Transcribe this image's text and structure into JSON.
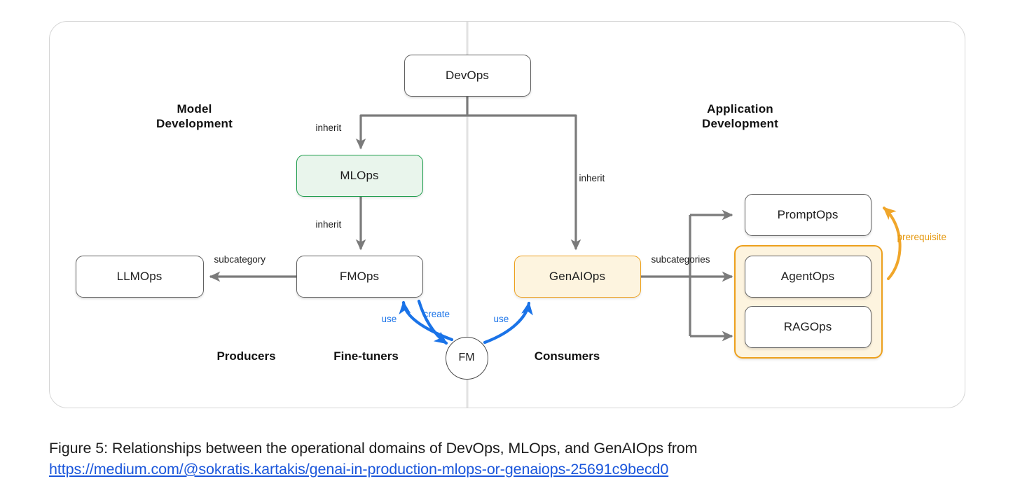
{
  "figure": {
    "caption_text": "Figure 5: Relationships between the operational domains of DevOps, MLOps, and GenAIOps from",
    "caption_link": "https://medium.com/@sokratis.kartakis/genai-in-production-mlops-or-genaiops-25691c9becd0"
  },
  "diagram": {
    "section_titles": {
      "model_development": "Model\nDevelopment",
      "model_development_line1": "Model",
      "model_development_line2": "Development",
      "application_development_line1": "Application",
      "application_development_line2": "Development"
    },
    "role_labels": {
      "producers": "Producers",
      "fine_tuners": "Fine-tuners",
      "consumers": "Consumers"
    },
    "nodes": {
      "devops": "DevOps",
      "mlops": "MLOps",
      "fmops": "FMOps",
      "llmops": "LLMOps",
      "genaiops": "GenAIOps",
      "promptops": "PromptOps",
      "agentops": "AgentOps",
      "ragops": "RAGOps",
      "fm": "FM"
    },
    "edge_labels": {
      "inherit_mlops": "inherit",
      "inherit_fmops": "inherit",
      "inherit_genaiops": "inherit",
      "subcategory": "subcategory",
      "subcategories": "subcategories",
      "use_left": "use",
      "create": "create",
      "use_right": "use",
      "prerequisite": "prerequisite"
    },
    "colors": {
      "mlops_border": "#1f9d4d",
      "mlops_fill": "#e9f5ec",
      "genaiops_border": "#eda01d",
      "genaiops_fill": "#fdf4df",
      "default_border": "#616161",
      "arrow_gray": "#7b7b7b",
      "arrow_blue": "#1a73e8",
      "arrow_orange": "#f0a62a",
      "divider": "#e2e2e2",
      "card_border": "#d6d6d6",
      "link": "#1a56db"
    }
  }
}
